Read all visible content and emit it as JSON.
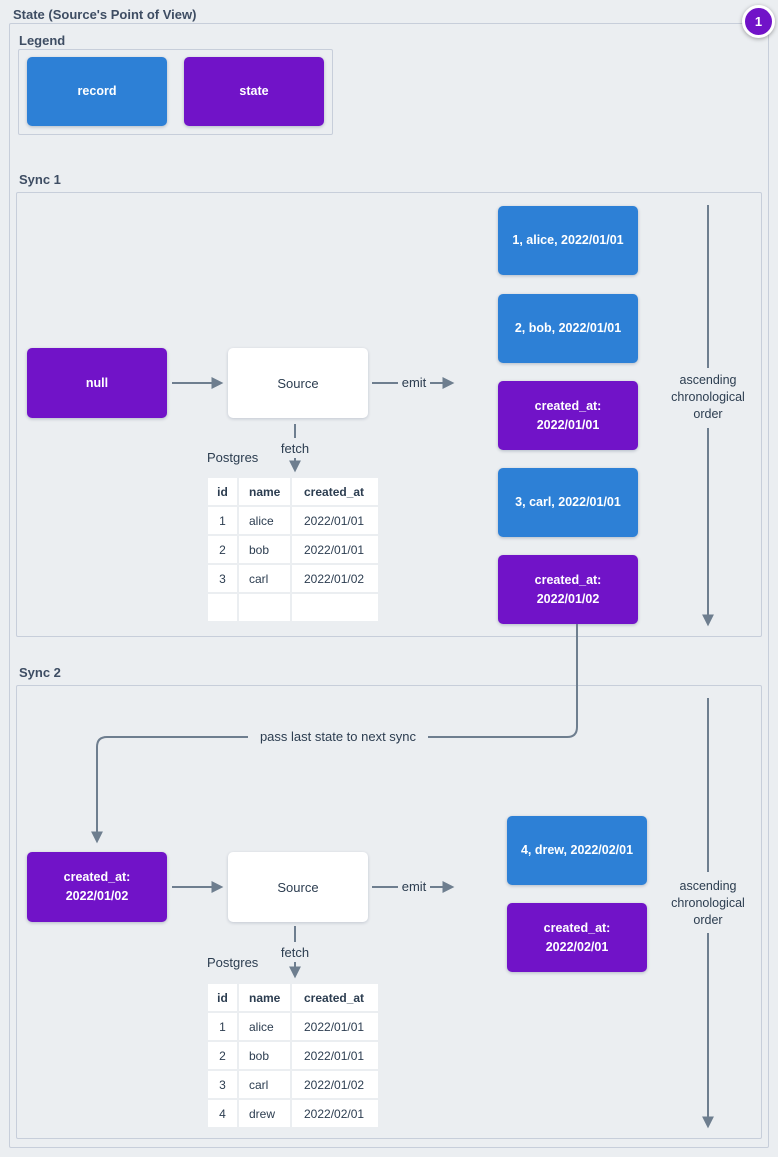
{
  "page": {
    "title": "State (Source's Point of View)",
    "badge_count": "1",
    "colors": {
      "record_blue": "#2d80d6",
      "state_purple": "#7113c8",
      "badge_purple": "#7113c8",
      "background": "#ebeef1",
      "arrow_gray": "#6e7e8f",
      "label_text": "#3e4d63",
      "table_text": "#2c3d50"
    }
  },
  "legend": {
    "label": "Legend",
    "record_label": "record",
    "state_label": "state"
  },
  "pass_label": "pass last state to next sync",
  "sync1": {
    "label": "Sync 1",
    "input_state": {
      "lines": [
        "null"
      ]
    },
    "source_label": "Source",
    "emit_label": "emit",
    "fetch_label": "fetch",
    "db_label": "Postgres",
    "emitted": [
      {
        "type": "record",
        "lines": [
          "1, alice, 2022/01/01"
        ]
      },
      {
        "type": "record",
        "lines": [
          "2, bob, 2022/01/01"
        ]
      },
      {
        "type": "state",
        "lines": [
          "created_at:",
          "2022/01/01"
        ]
      },
      {
        "type": "record",
        "lines": [
          "3, carl, 2022/01/01"
        ]
      },
      {
        "type": "state",
        "lines": [
          "created_at:",
          "2022/01/02"
        ]
      }
    ],
    "order_note": {
      "lines": [
        "ascending",
        "chronological",
        "order"
      ]
    },
    "table": {
      "headers": [
        "id",
        "name",
        "created_at"
      ],
      "rows": [
        [
          "1",
          "alice",
          "2022/01/01"
        ],
        [
          "2",
          "bob",
          "2022/01/01"
        ],
        [
          "3",
          "carl",
          "2022/01/02"
        ],
        [
          "",
          "",
          ""
        ]
      ]
    }
  },
  "sync2": {
    "label": "Sync 2",
    "input_state": {
      "lines": [
        "created_at:",
        "2022/01/02"
      ]
    },
    "source_label": "Source",
    "emit_label": "emit",
    "fetch_label": "fetch",
    "db_label": "Postgres",
    "emitted": [
      {
        "type": "record",
        "lines": [
          "4, drew, 2022/02/01"
        ]
      },
      {
        "type": "state",
        "lines": [
          "created_at:",
          "2022/02/01"
        ]
      }
    ],
    "order_note": {
      "lines": [
        "ascending",
        "chronological",
        "order"
      ]
    },
    "table": {
      "headers": [
        "id",
        "name",
        "created_at"
      ],
      "rows": [
        [
          "1",
          "alice",
          "2022/01/01"
        ],
        [
          "2",
          "bob",
          "2022/01/01"
        ],
        [
          "3",
          "carl",
          "2022/01/02"
        ],
        [
          "4",
          "drew",
          "2022/02/01"
        ]
      ]
    }
  }
}
